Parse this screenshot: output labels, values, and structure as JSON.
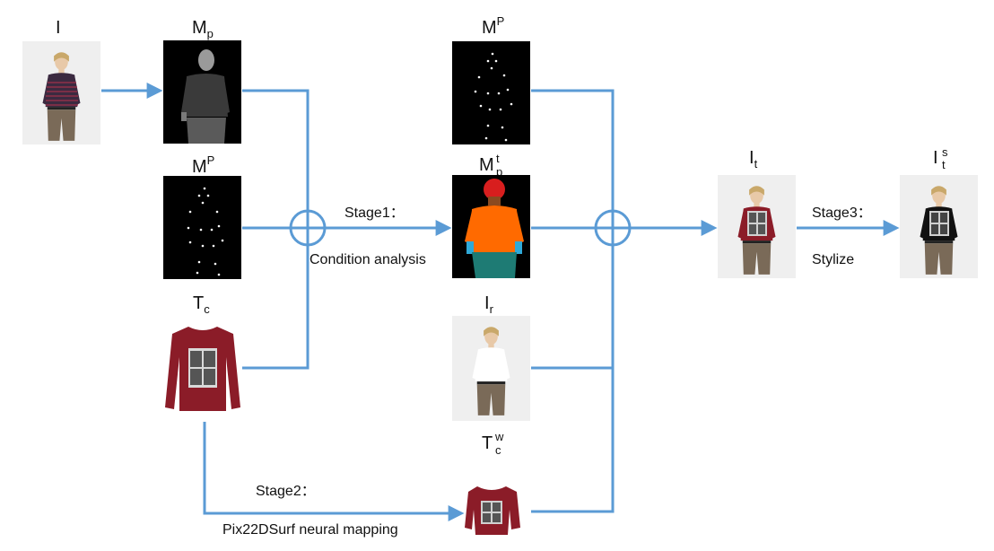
{
  "nodes": {
    "input_person": {
      "base": "I",
      "sub": "",
      "sup": ""
    },
    "mask_parsing": {
      "base": "M",
      "sub": "p",
      "sup": ""
    },
    "pose_top": {
      "base": "M",
      "sub": "",
      "sup": "P"
    },
    "pose_left": {
      "base": "M",
      "sub": "",
      "sup": "P"
    },
    "target_parsing": {
      "base": "M",
      "sub": "p",
      "sup": "t"
    },
    "target_clothes": {
      "base": "T",
      "sub": "c",
      "sup": ""
    },
    "reference_person": {
      "base": "I",
      "sub": "r",
      "sup": ""
    },
    "warped_clothes": {
      "base": "T",
      "sub": "c",
      "sup": "w"
    },
    "result": {
      "base": "I",
      "sub": "t",
      "sup": ""
    },
    "stylized_result": {
      "base": "I",
      "sub": "t",
      "sup": "s"
    }
  },
  "stages": {
    "stage1": {
      "title": "Stage1：",
      "desc": "Condition analysis"
    },
    "stage2": {
      "title": "Stage2：",
      "desc": "Pix22DSurf neural mapping"
    },
    "stage3": {
      "title": "Stage3：",
      "desc": "Stylize"
    }
  },
  "colors": {
    "arrow": "#5b9bd5",
    "mask_bg": "#000000",
    "parsing_grey": "#3a3a3a",
    "shirt_red": "#8b1c28",
    "parsing_orange": "#ff6a00",
    "parsing_teal": "#1e7b74",
    "parsing_cyan": "#2fa9d8",
    "parsing_hair": "#d81e1e"
  }
}
